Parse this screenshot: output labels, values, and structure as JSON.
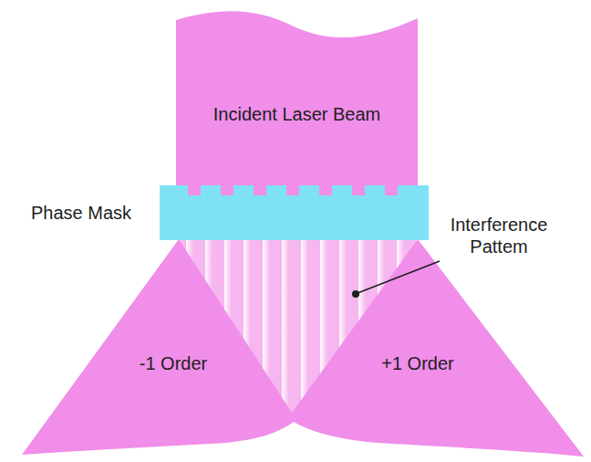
{
  "diagram": {
    "nodes": [
      {
        "text": [
          "Incident Laser Beam"
        ]
      },
      {
        "text": [
          "-1 Order"
        ]
      },
      {
        "text": [
          "+1 Order"
        ]
      }
    ],
    "labels": [
      "Phase Mask",
      "Interference Pattem"
    ]
  }
}
